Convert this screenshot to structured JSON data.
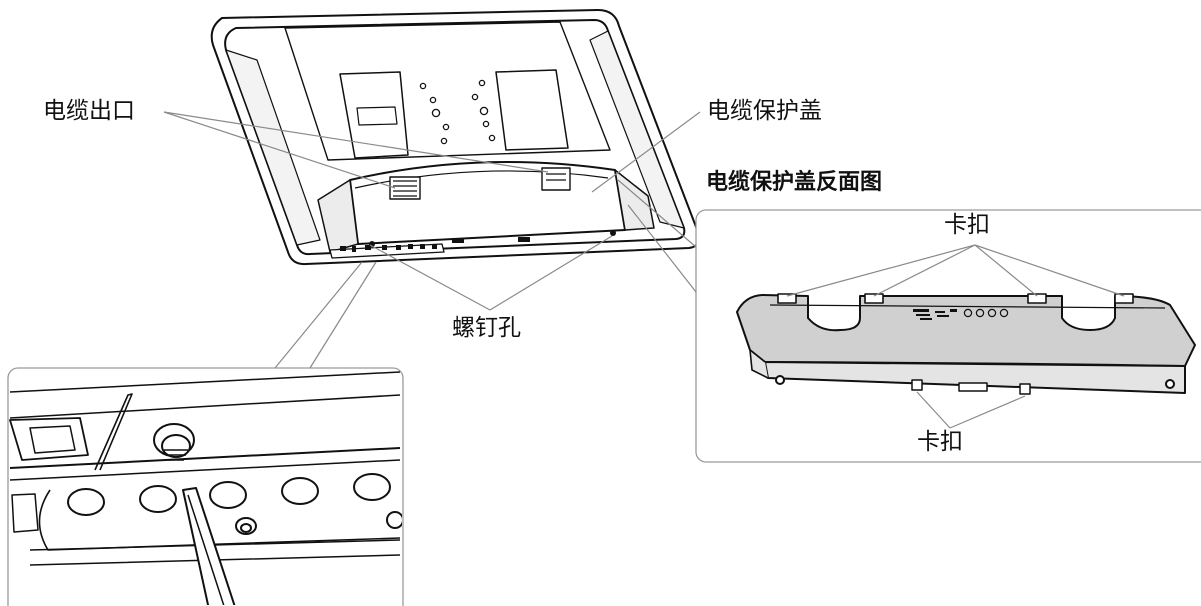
{
  "labels": {
    "cable_outlet": "电缆出口",
    "cable_cover": "电缆保护盖",
    "cover_back_title": "电缆保护盖反面图",
    "screw_holes": "螺钉孔",
    "clip_top": "卡扣",
    "clip_bottom": "卡扣"
  },
  "icons": {
    "monitor_back": "monitor-rear-view-illustration",
    "cover_back": "cable-cover-rear-view-illustration",
    "screwdriver_detail": "screwdriver-detail-illustration"
  },
  "colors": {
    "line": "#111111",
    "leader": "#8a8a8a",
    "cover_fill": "#d0d0d0",
    "panel_border": "#9a9a9a"
  }
}
